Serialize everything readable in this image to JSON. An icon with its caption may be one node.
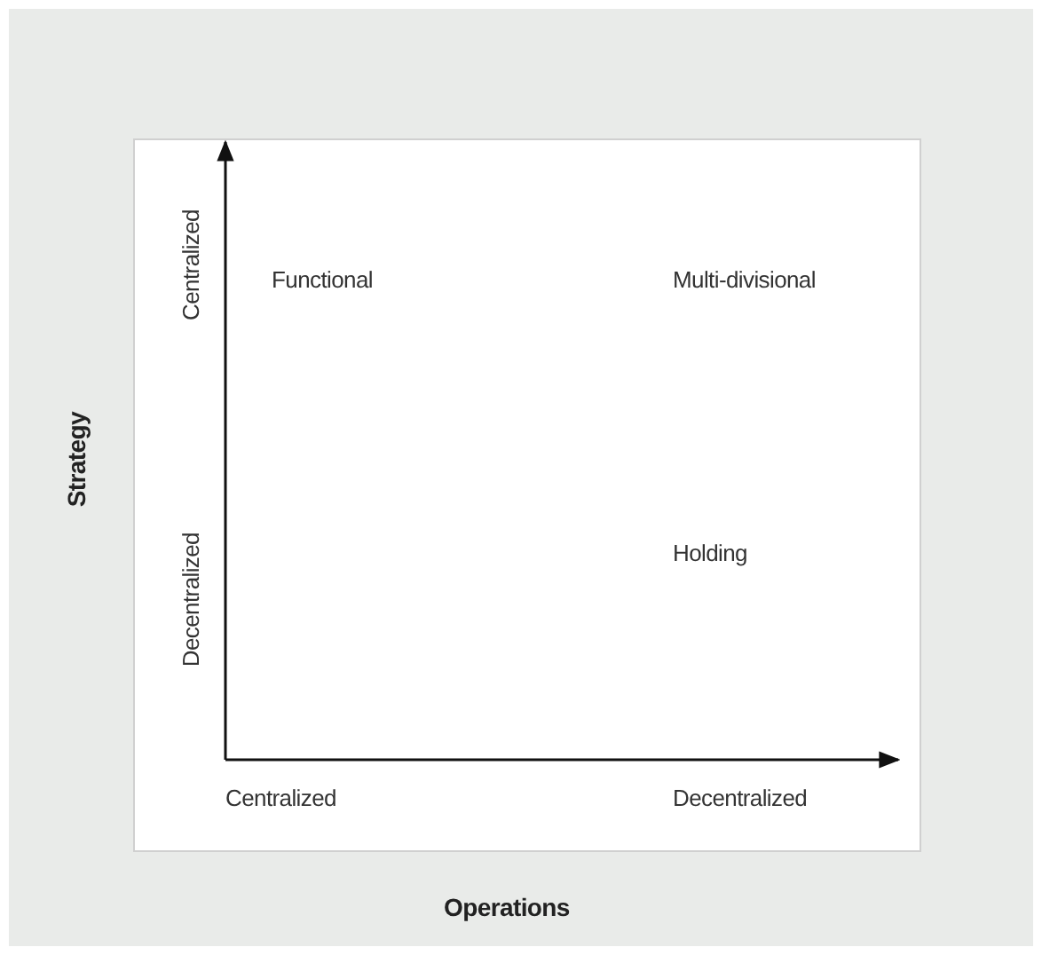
{
  "diagram": {
    "labels": [
      "Centralized",
      "Functional",
      "Multi-divisional",
      "Strategy",
      "Decentralized",
      "Holding",
      "Centralized",
      "Decentralized",
      "Operations"
    ]
  }
}
